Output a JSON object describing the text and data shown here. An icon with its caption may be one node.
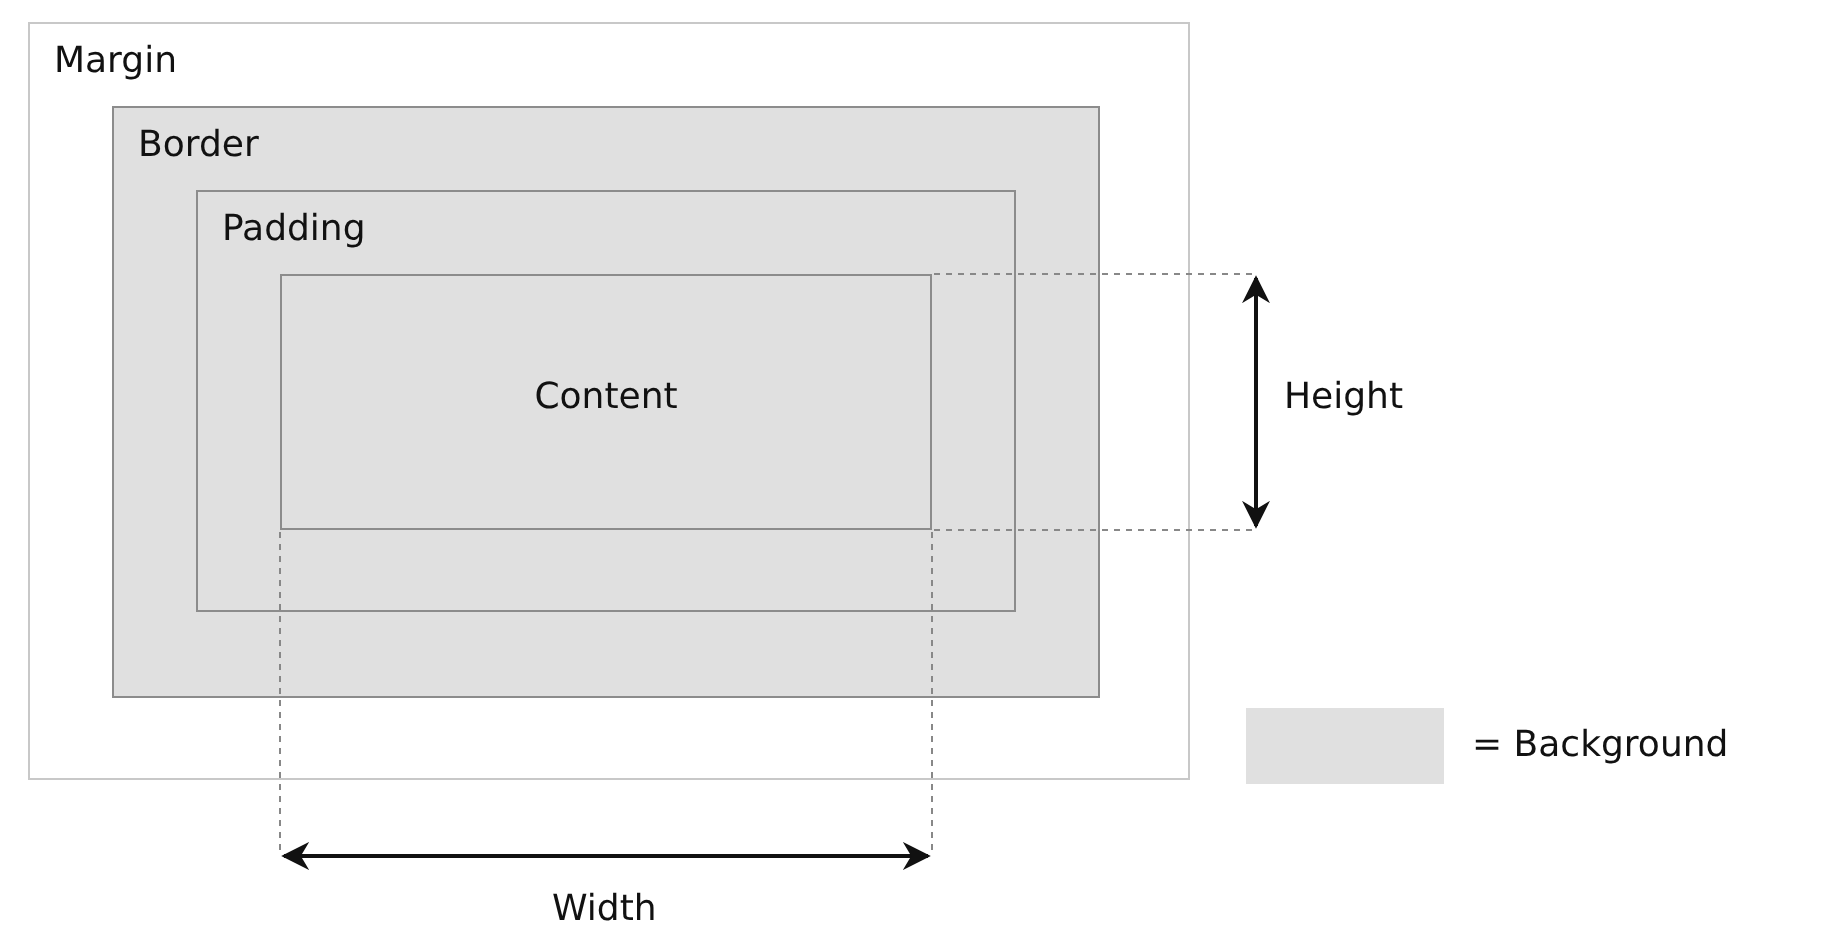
{
  "diagram": {
    "nodes": [
      {
        "text": [
          "Margin"
        ]
      },
      {
        "text": [
          "Border"
        ],
        "in": 0
      },
      {
        "text": [
          "Padding"
        ],
        "in": 1
      },
      {
        "text": [
          "Content"
        ],
        "in": 2
      }
    ],
    "labels": [
      "Height",
      "Width"
    ],
    "legend": [
      {
        "text": "= Background",
        "color": "#e0e0e0"
      }
    ]
  }
}
